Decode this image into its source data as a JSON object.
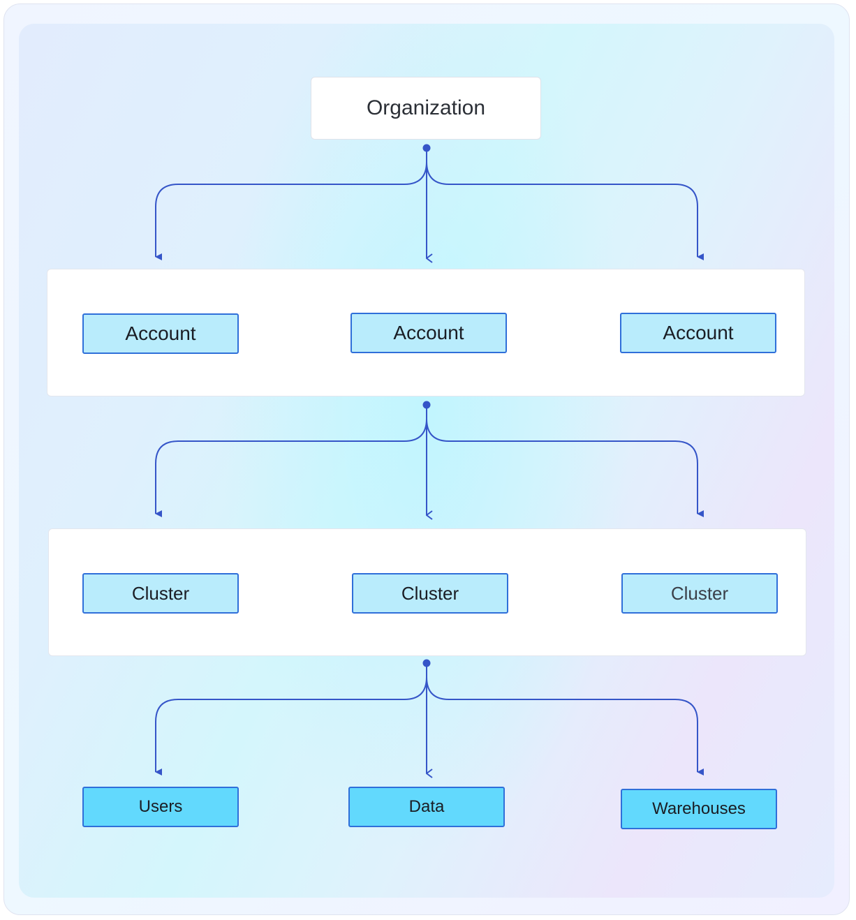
{
  "diagram": {
    "root": {
      "label": "Organization"
    },
    "accounts": [
      {
        "label": "Account"
      },
      {
        "label": "Account"
      },
      {
        "label": "Account"
      }
    ],
    "clusters": [
      {
        "label": "Cluster"
      },
      {
        "label": "Cluster"
      },
      {
        "label": "Cluster"
      }
    ],
    "resources": [
      {
        "label": "Users"
      },
      {
        "label": "Data"
      },
      {
        "label": "Warehouses"
      }
    ],
    "colors": {
      "connector": "#3555c8",
      "chip_light": "#b9ecfc",
      "chip_strong": "#62d9fd",
      "chip_border": "#2f6fd9"
    }
  }
}
